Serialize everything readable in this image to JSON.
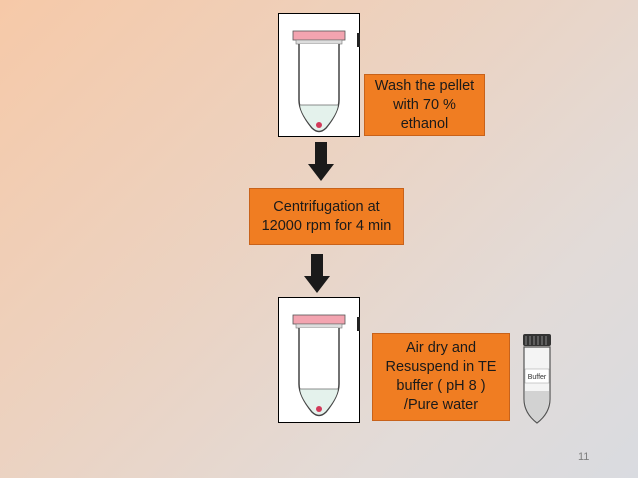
{
  "steps": {
    "wash": {
      "lines": [
        "Wash the pellet",
        "with 70 %",
        "ethanol"
      ]
    },
    "centrifuge": {
      "lines": [
        "Centrifugation at",
        "12000 rpm for 4 min"
      ]
    },
    "resuspend": {
      "lines": [
        "Air dry and",
        "Resuspend in TE",
        "buffer ( pH 8 )",
        "/Pure water"
      ]
    }
  },
  "buffer_tube_label": "Buffer",
  "page_number": "11",
  "colors": {
    "step_box": "#f07d22",
    "cap": "#f3a4b0",
    "pellet": "#d23a5a",
    "arrow": "#1a1a1a"
  }
}
